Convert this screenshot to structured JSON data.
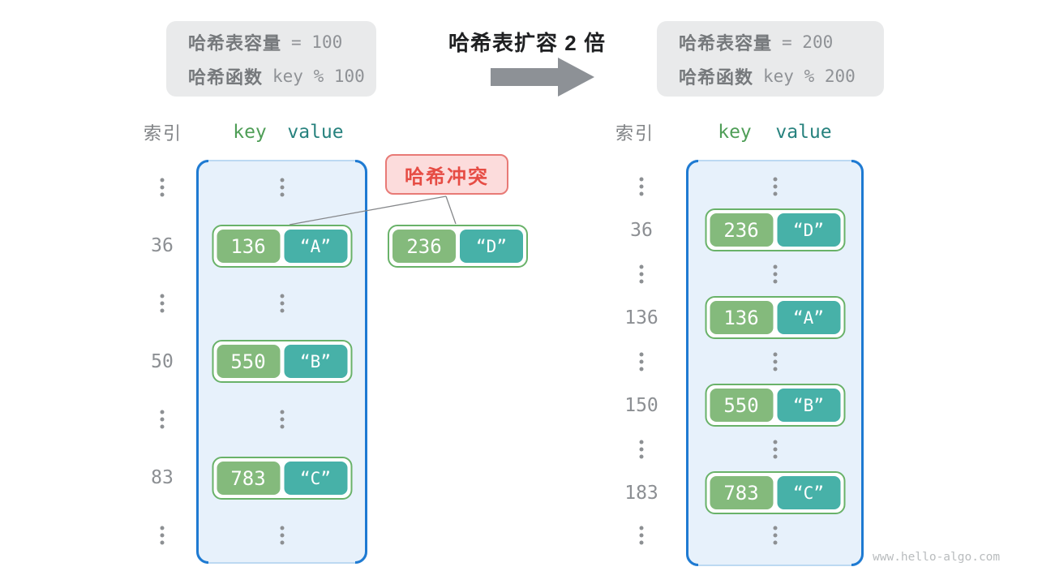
{
  "left_info": {
    "line1_label": "哈希表容量",
    "line1_value": "= 100",
    "line2_label": "哈希函数",
    "line2_value": "key % 100"
  },
  "right_info": {
    "line1_label": "哈希表容量",
    "line1_value": "= 200",
    "line2_label": "哈希函数",
    "line2_value": "key % 200"
  },
  "transition": {
    "title": "哈希表扩容 2 倍",
    "arrow": "right-arrow"
  },
  "collision": {
    "label": "哈希冲突"
  },
  "left_table": {
    "header": {
      "index": "索引",
      "key": "key",
      "value": "value"
    },
    "rows": [
      {
        "type": "dots"
      },
      {
        "type": "pair",
        "index": "36",
        "key": "136",
        "value": "“A”"
      },
      {
        "type": "dots"
      },
      {
        "type": "pair",
        "index": "50",
        "key": "550",
        "value": "“B”"
      },
      {
        "type": "dots"
      },
      {
        "type": "pair",
        "index": "83",
        "key": "783",
        "value": "“C”"
      },
      {
        "type": "dots"
      }
    ]
  },
  "extra_pair": {
    "key": "236",
    "value": "“D”"
  },
  "right_table": {
    "header": {
      "index": "索引",
      "key": "key",
      "value": "value"
    },
    "rows": [
      {
        "type": "dots"
      },
      {
        "type": "pair",
        "index": "36",
        "key": "236",
        "value": "“D”"
      },
      {
        "type": "dots"
      },
      {
        "type": "pair",
        "index": "136",
        "key": "136",
        "value": "“A”"
      },
      {
        "type": "dots"
      },
      {
        "type": "pair",
        "index": "150",
        "key": "550",
        "value": "“B”"
      },
      {
        "type": "dots"
      },
      {
        "type": "pair",
        "index": "183",
        "key": "783",
        "value": "“C”"
      },
      {
        "type": "dots"
      }
    ]
  },
  "watermark": "www.hello-algo.com",
  "colors": {
    "container_fill": "#e7f1fb",
    "container_border": "#1e7ad2",
    "container_edge_light": "#bcd9f2",
    "key_green": "#84ba7c",
    "value_teal": "#47b1a8",
    "pair_border": "#69b269",
    "collision_bg": "#fcdcdc",
    "collision_border": "#e87a76",
    "collision_text": "#e64c44",
    "header_key_green": "#4f9e57",
    "header_value_teal": "#27827e",
    "gray_text": "#8c8f93",
    "info_box_bg": "#e9eaeb",
    "arrow_gray": "#8d9196"
  }
}
